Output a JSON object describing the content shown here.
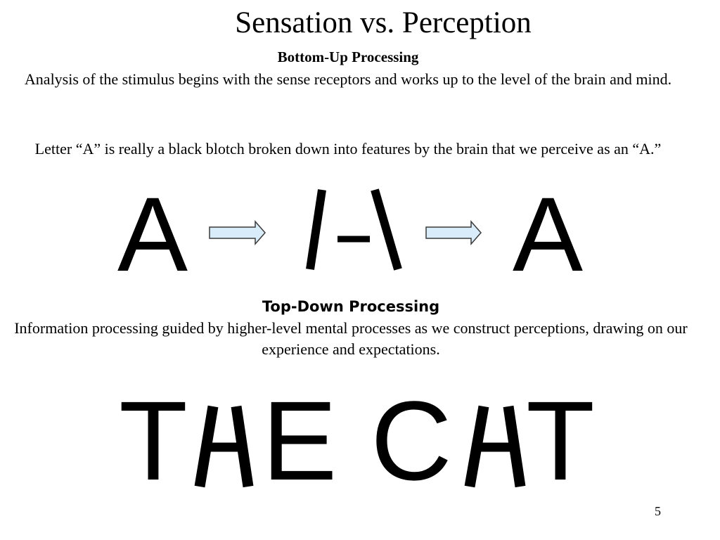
{
  "slide": {
    "title": "Sensation vs. Perception",
    "page_number": "5"
  },
  "bottom_up": {
    "heading": "Bottom-Up Processing",
    "definition": "Analysis of the stimulus begins with the sense receptors and works up to the level of the brain and mind.",
    "example": "Letter “A” is really a black blotch broken down into features by the brain that we perceive as an “A.”",
    "letter_sequence": [
      "A",
      "A"
    ]
  },
  "top_down": {
    "heading": "Top-Down Processing",
    "definition": "Information processing guided by higher-level mental processes as we construct perceptions, drawing on our experience and expectations.",
    "example_letters": [
      "T",
      "E",
      "C",
      "T"
    ]
  },
  "colors": {
    "text": "#000000",
    "arrow_fill": "#d9ecf9",
    "arrow_stroke": "#3b3b3b"
  },
  "icons": [
    "right-arrow-icon"
  ]
}
